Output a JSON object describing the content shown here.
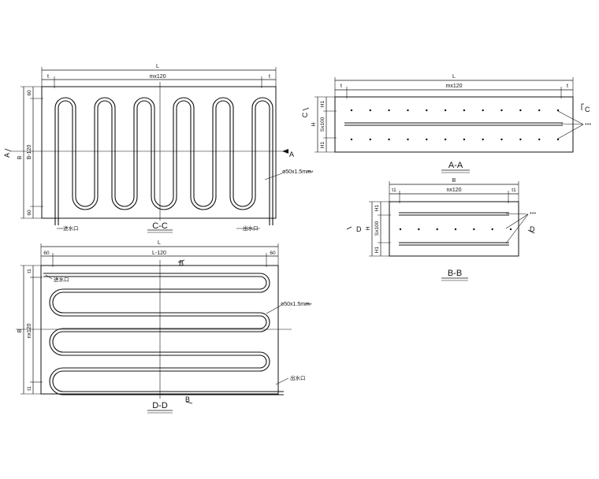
{
  "colors": {
    "line": "#111111",
    "background": "#ffffff"
  },
  "drawing": {
    "views": {
      "cc": {
        "title": "C-C",
        "dims": {
          "L": "L",
          "m120": "mx120",
          "t": "t",
          "B": "B",
          "b120": "B-120",
          "d60": "60"
        },
        "section_mark": "A",
        "pipe_label": "ø50x1.5mm",
        "pipe_suffix": "***",
        "inlet": "进水口",
        "outlet": "出水口"
      },
      "dd": {
        "title": "D-D",
        "dims": {
          "L": "L",
          "l120": "L-120",
          "d60": "60",
          "B": "B",
          "n120": "nx120",
          "t1": "t1"
        },
        "section_mark": "B",
        "pipe_label": "ø50x1.5mm",
        "pipe_suffix": "***",
        "inlet": "进水口",
        "outlet": "出水口"
      },
      "aa": {
        "title": "A-A",
        "dims": {
          "L": "L",
          "m120": "mx120",
          "t": "t",
          "H": "H",
          "H1": "H1",
          "s100": "Sx100"
        },
        "section_mark": "C",
        "note": "***"
      },
      "bb": {
        "title": "B-B",
        "dims": {
          "B": "B",
          "n120": "nx120",
          "t1": "t1",
          "H": "H",
          "H1": "H1",
          "s100": "Sx100"
        },
        "section_mark": "D",
        "note": "***"
      }
    }
  }
}
